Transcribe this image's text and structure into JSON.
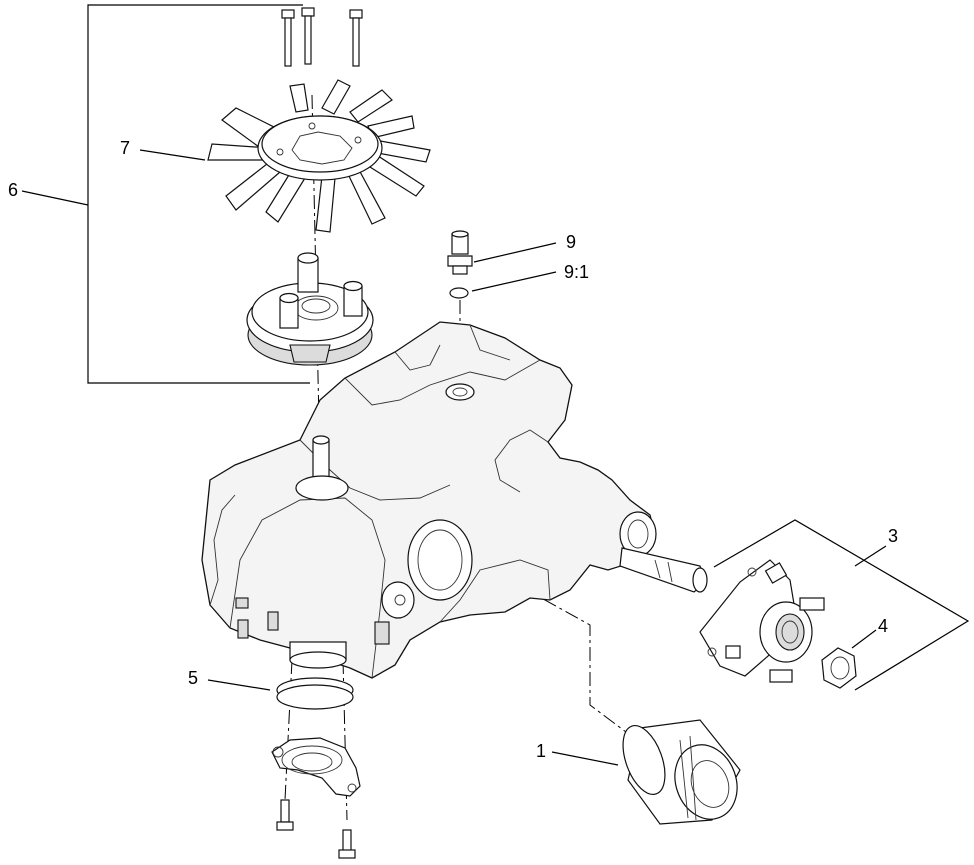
{
  "diagram": {
    "callouts": {
      "c1": "1",
      "c3": "3",
      "c4": "4",
      "c5": "5",
      "c6": "6",
      "c7": "7",
      "c9": "9",
      "c9_1": "9:1"
    },
    "parts": [
      {
        "id": "1",
        "name": "oil-filter"
      },
      {
        "id": "3",
        "name": "wheel-hub"
      },
      {
        "id": "4",
        "name": "hub-nut"
      },
      {
        "id": "5",
        "name": "o-ring"
      },
      {
        "id": "6",
        "name": "fan-pulley-kit"
      },
      {
        "id": "7",
        "name": "cooling-fan"
      },
      {
        "id": "9",
        "name": "fitting"
      },
      {
        "id": "9:1",
        "name": "fitting-washer"
      }
    ]
  }
}
